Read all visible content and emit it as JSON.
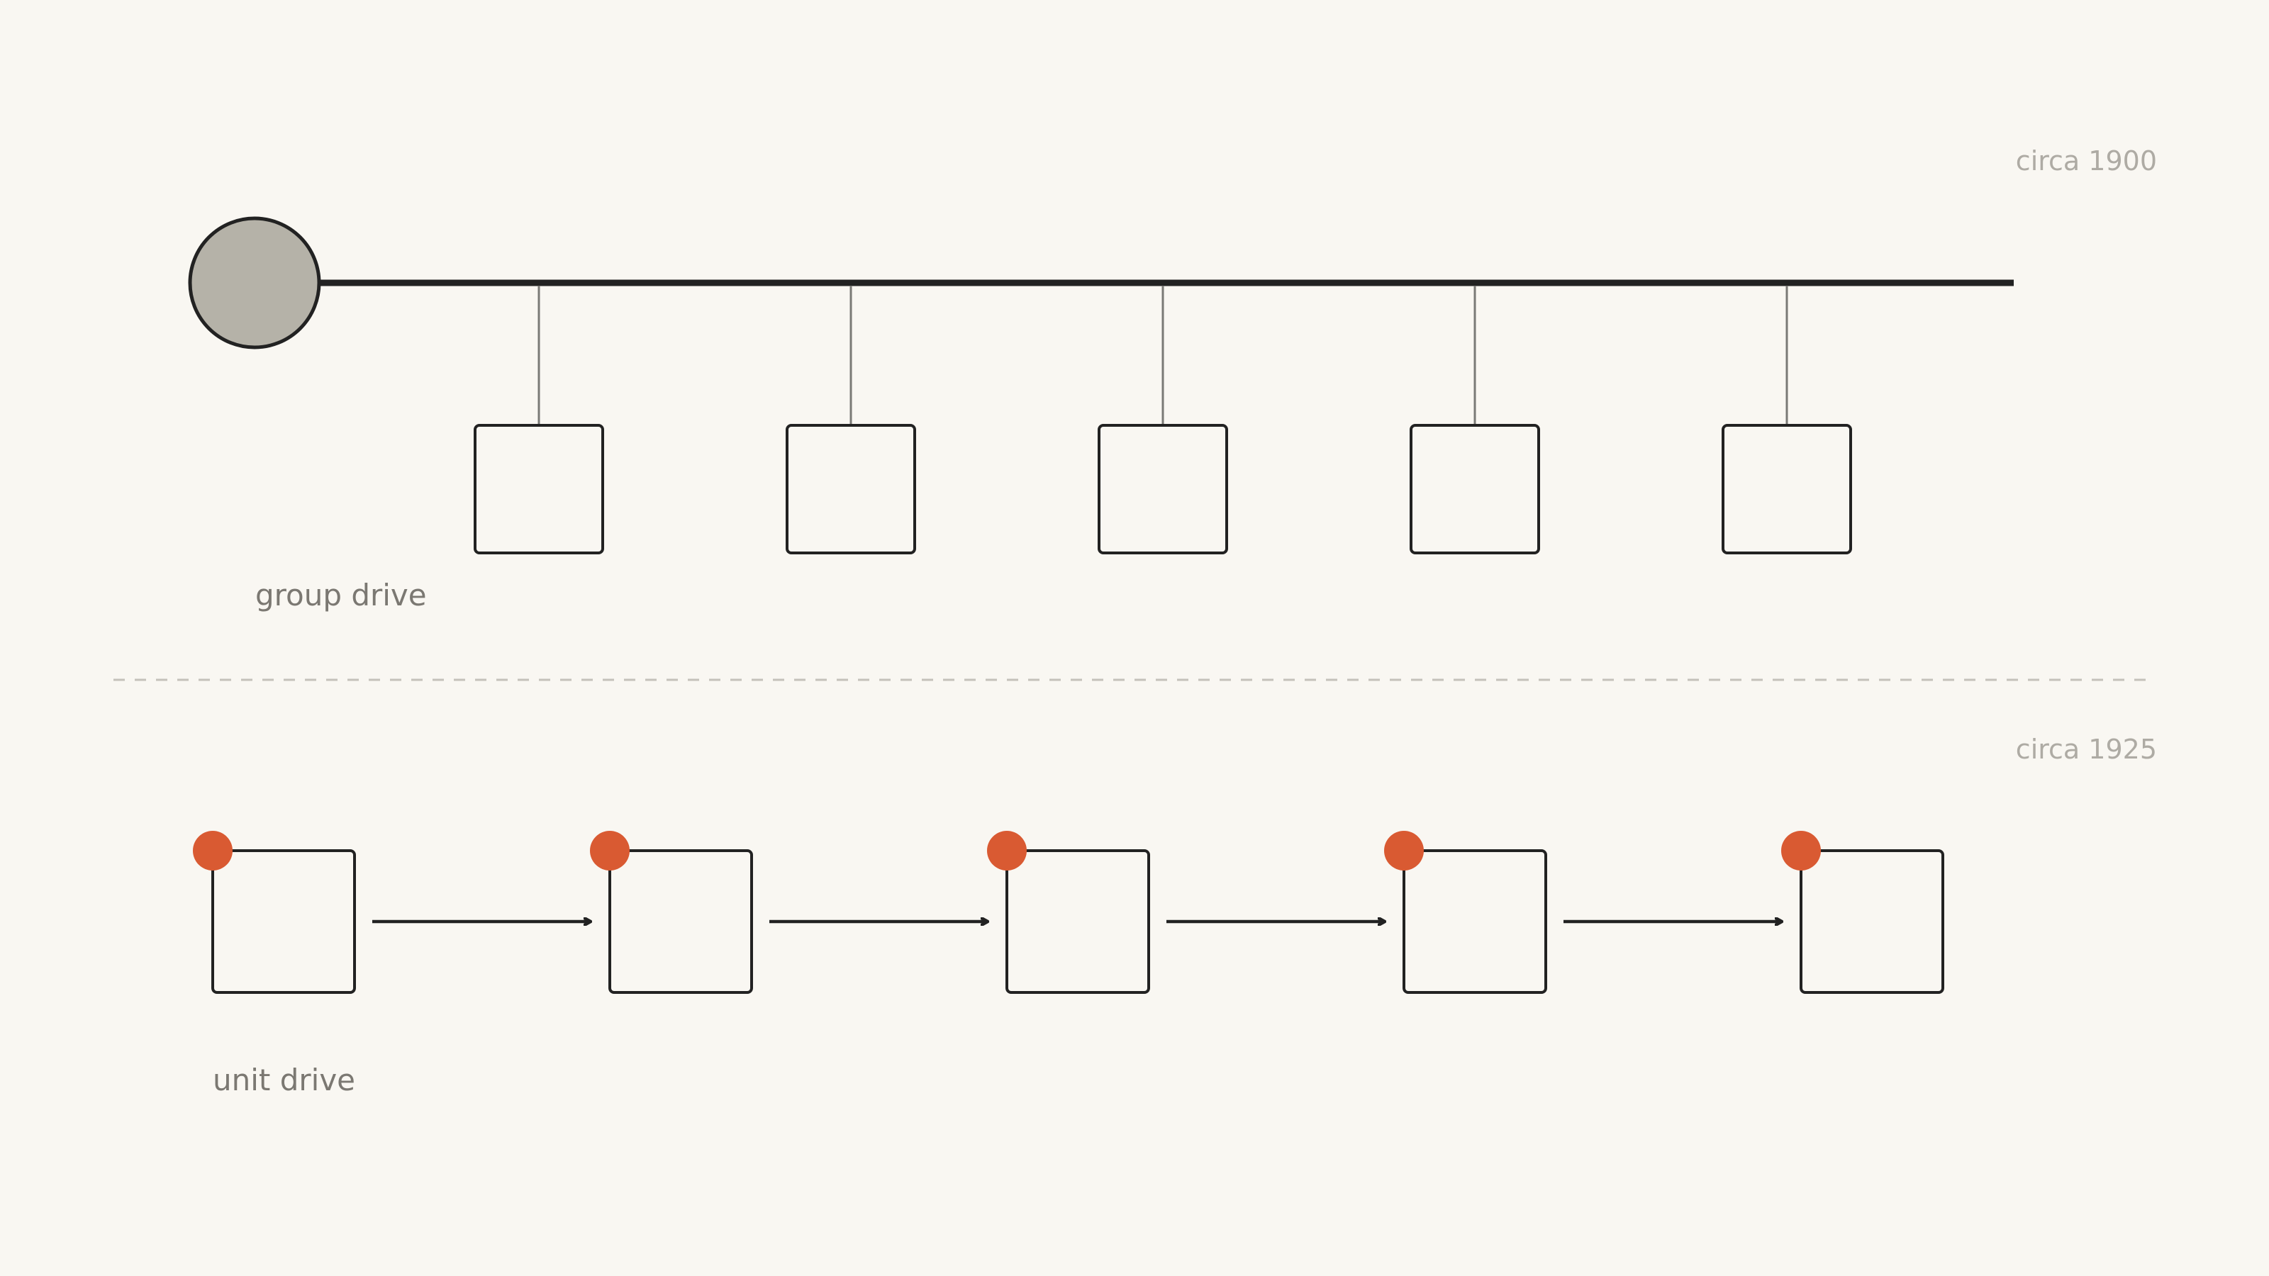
{
  "top_section": {
    "era_label": "circa 1900",
    "caption": "group drive",
    "machine_count": 5
  },
  "bottom_section": {
    "era_label": "circa 1925",
    "caption": "unit drive",
    "machine_count": 5
  },
  "colors": {
    "background": "#f9f7f2",
    "stroke": "#222222",
    "drop_line": "#7a7a76",
    "central_motor_fill": "#b5b2a8",
    "unit_motor": "#d95a32",
    "era_label": "#aeaba4",
    "caption": "#7b7872",
    "divider": "#c4c1ba"
  }
}
